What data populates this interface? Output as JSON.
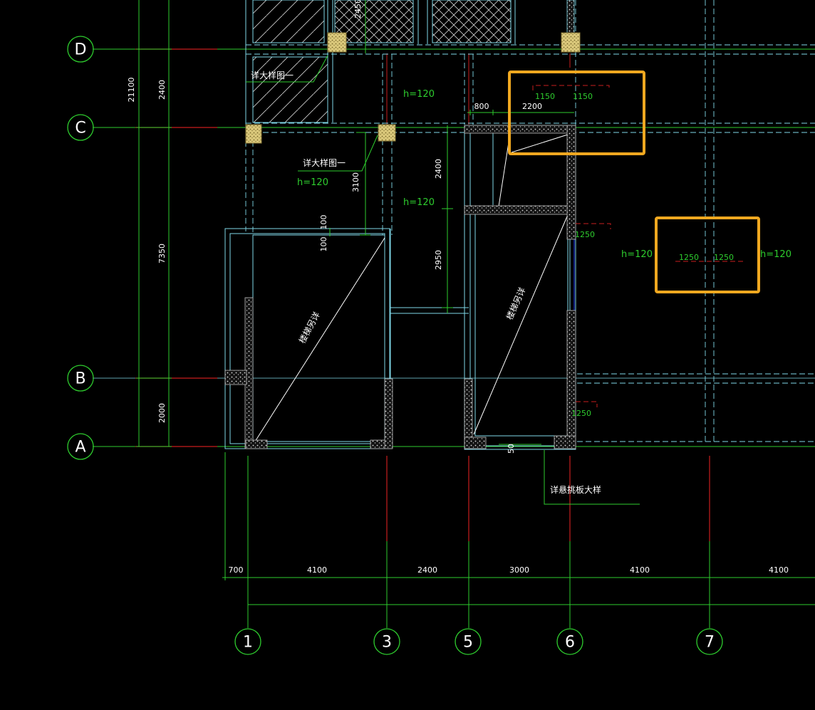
{
  "colors": {
    "background": "#000000",
    "axis_bubble": "#2ecc2e",
    "grid_red": "#c81e1e",
    "wall_cyan": "#7fd8e8",
    "dim_green": "#2ecc2e",
    "highlight_box": "#f0a820",
    "column_fill": "#e8d890",
    "hatch_white": "#dddddd",
    "text_white": "#ffffff",
    "blue": "#2040ff"
  },
  "axes": {
    "rows": [
      "D",
      "C",
      "B",
      "A"
    ],
    "cols": [
      "1",
      "3",
      "5",
      "6",
      "7"
    ]
  },
  "dims": {
    "left_outer": "21100",
    "left_2400": "2400",
    "left_7350": "7350",
    "left_2000": "2000",
    "bottom": [
      "700",
      "4100",
      "2400",
      "3000",
      "4100",
      "4100"
    ],
    "d2450": "2450",
    "d3100": "3100",
    "d100a": "100",
    "d100b": "100",
    "d2400v": "2400",
    "d2950": "2950",
    "d800": "800",
    "d2200": "2200",
    "d1150a": "1150",
    "d1150b": "1150",
    "d1250a": "1250",
    "d1250b": "1250",
    "d1250c": "1250",
    "d1250d": "1250",
    "d50": "50"
  },
  "labels": {
    "detail1": "详大样图一",
    "detail2": "详大样图一",
    "stair1": "楼梯另详",
    "stair2": "楼梯另详",
    "cantilever": "详悬挑板大样",
    "h1": "h=120",
    "h2": "h=120",
    "h3": "h=120",
    "h4": "h=120",
    "h5": "h=120"
  }
}
